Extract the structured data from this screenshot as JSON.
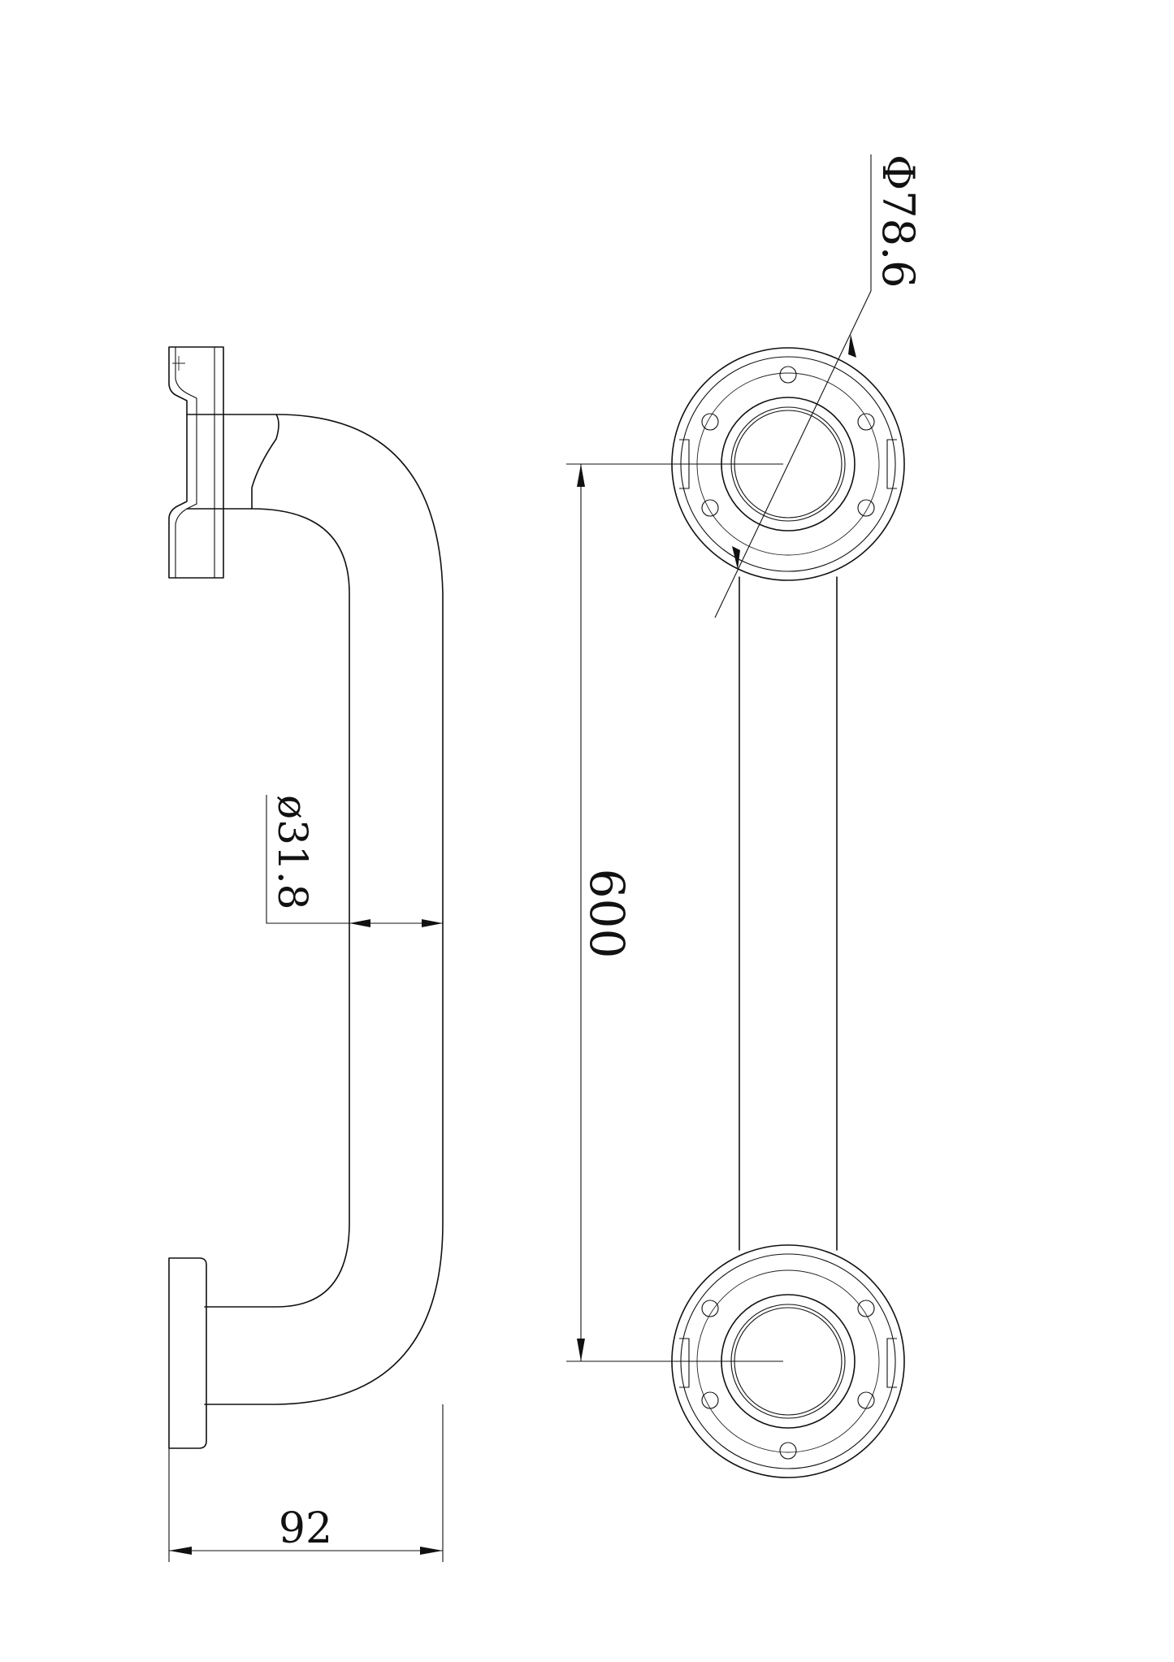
{
  "drawing": {
    "dimensions": {
      "flange_diameter": "Φ78.6",
      "tube_diameter": "ø31.8",
      "length": "600",
      "projection": "92"
    }
  }
}
